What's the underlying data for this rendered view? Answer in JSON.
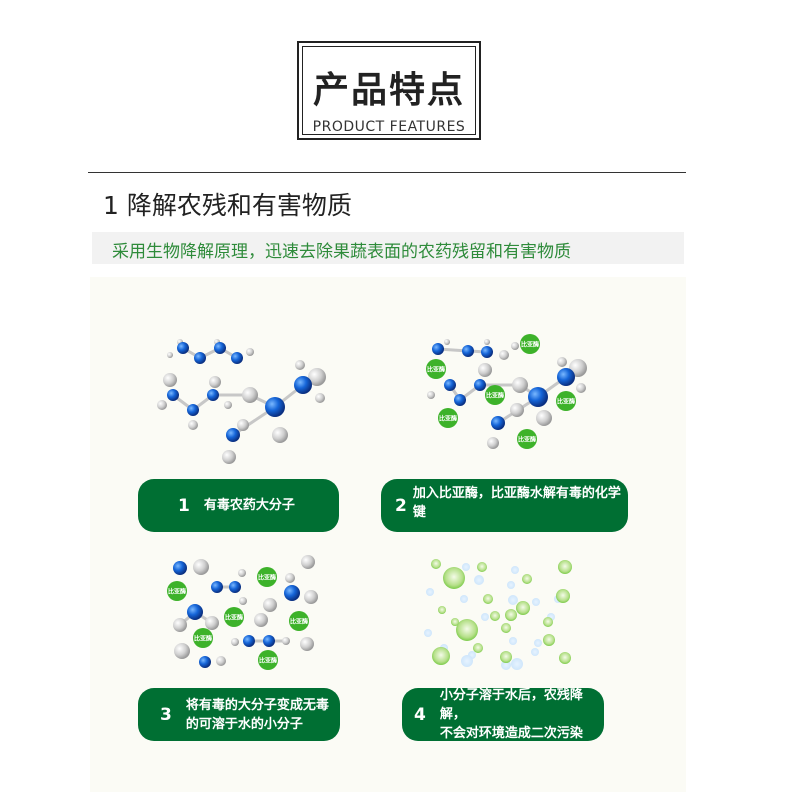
{
  "header": {
    "title_cn": "产品特点",
    "title_en": "PRODUCT FEATURES"
  },
  "section": {
    "heading": "1 降解农残和有害物质",
    "subtitle": "采用生物降解原理，迅速去除果蔬表面的农药残留和有害物质"
  },
  "enzyme_label": "比亚酶",
  "steps": [
    {
      "num": "1",
      "lines": [
        "有毒农药大分子"
      ]
    },
    {
      "num": "2",
      "lines": [
        "加入比亚酶，比亚酶水解有毒的化学键"
      ]
    },
    {
      "num": "3",
      "lines": [
        "将有毒的大分子变成无毒",
        "的可溶于水的小分子"
      ]
    },
    {
      "num": "4",
      "lines": [
        "小分子溶于水后，农残降解，",
        "不会对环境造成二次污染"
      ]
    }
  ],
  "colors": {
    "step_bg": "#006f33",
    "subtitle_text": "#2e8b3a",
    "enzyme": "#3db22a",
    "atom_blue": "#1155cc",
    "atom_gray": "#c8c8c8"
  }
}
